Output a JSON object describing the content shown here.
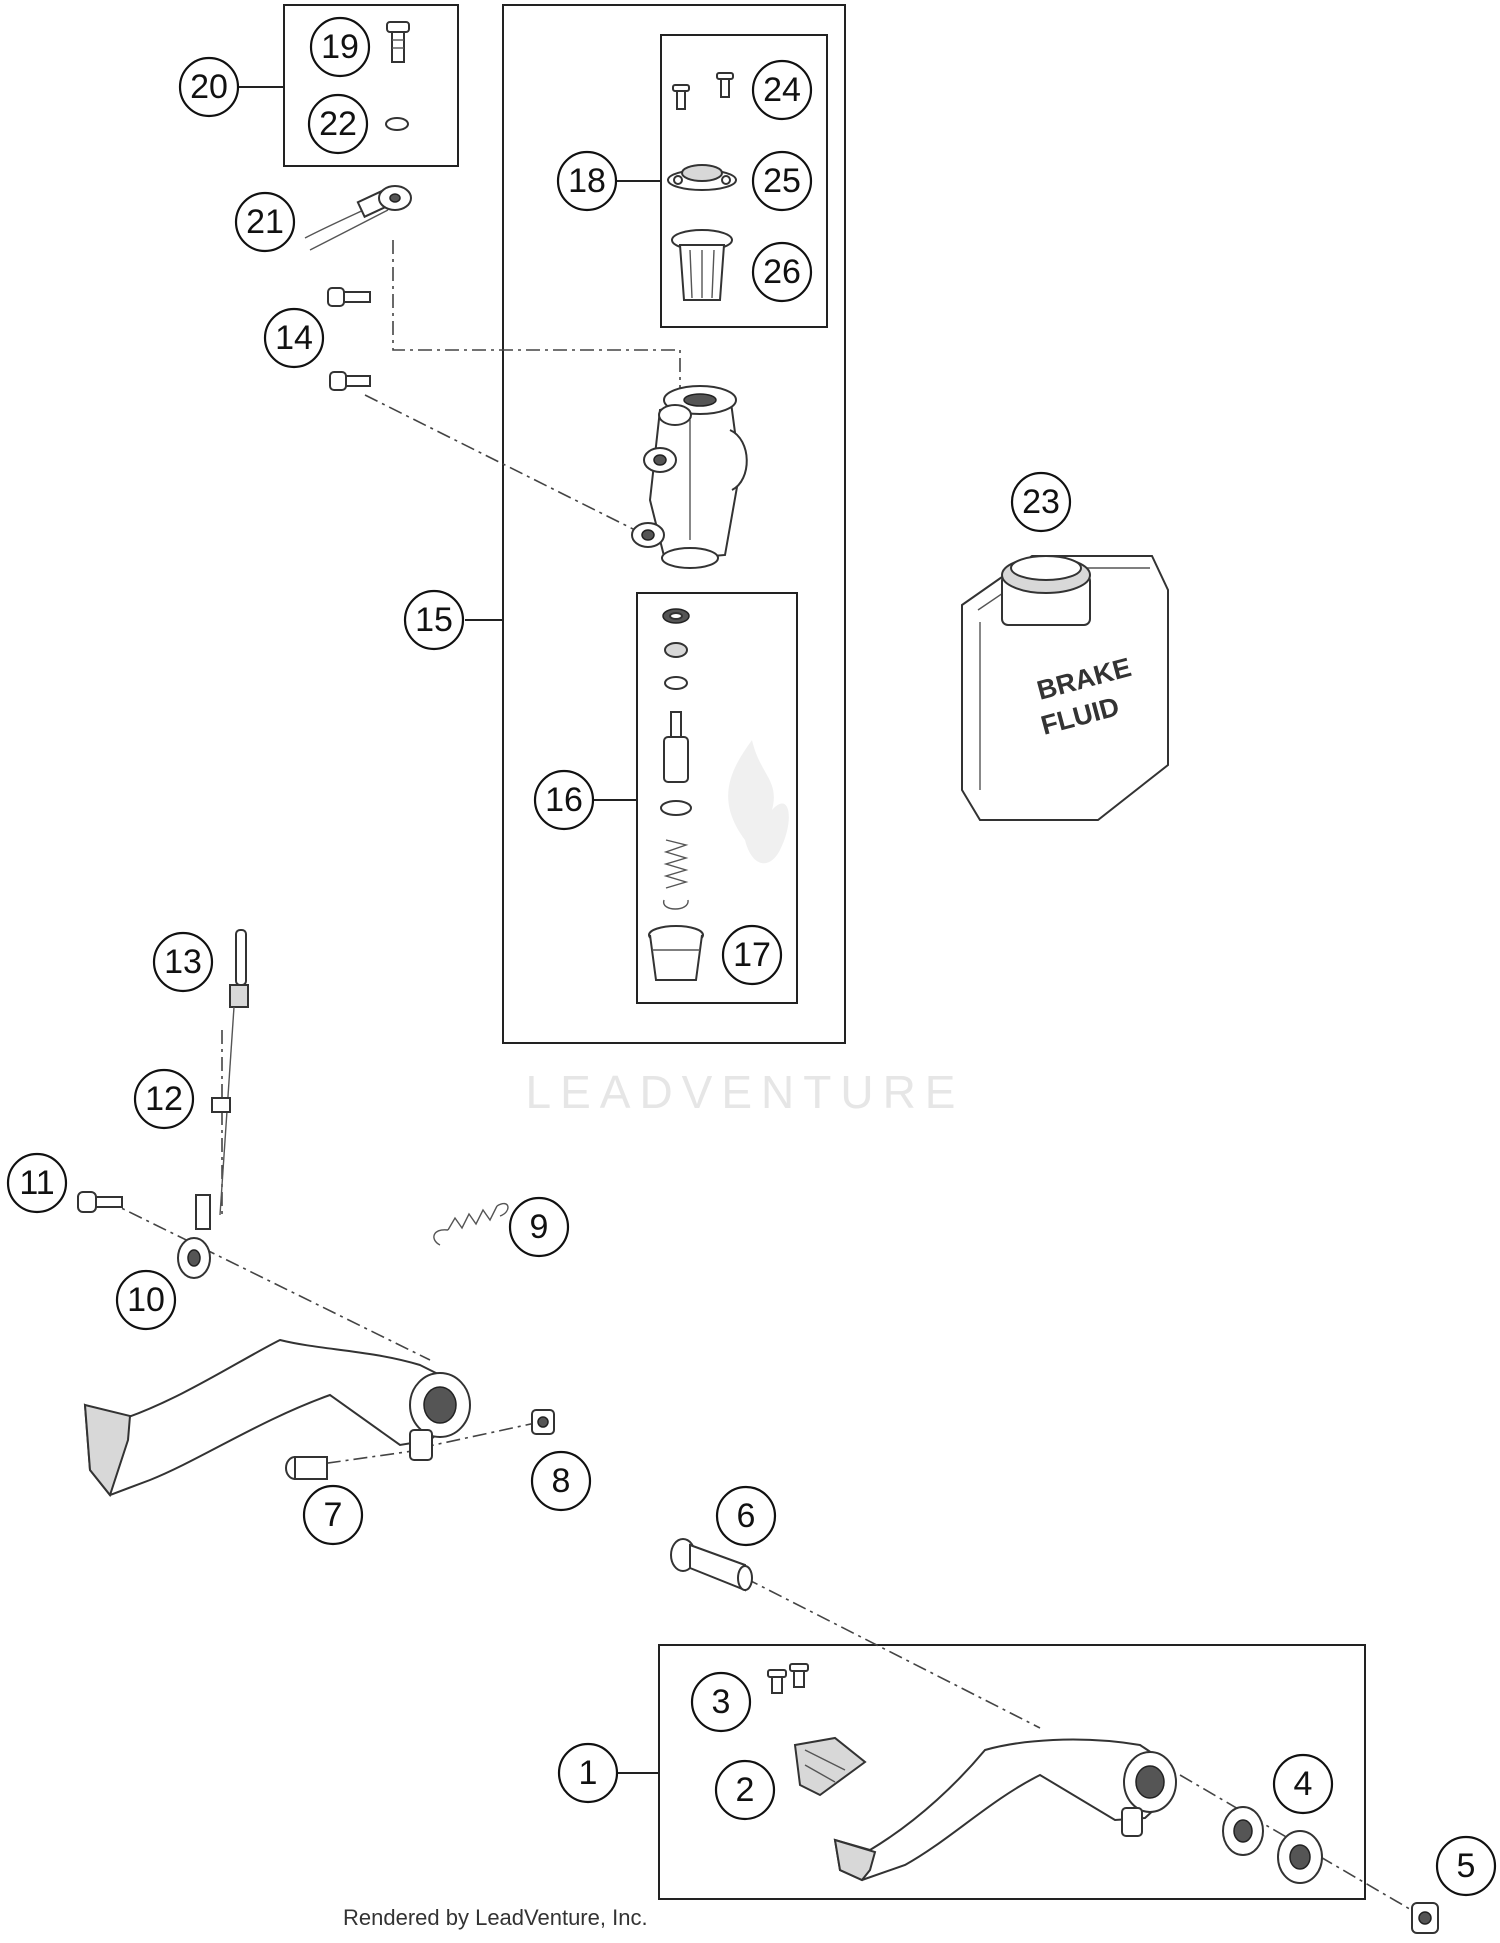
{
  "callouts": [
    {
      "id": "1",
      "label": "1"
    },
    {
      "id": "2",
      "label": "2"
    },
    {
      "id": "3",
      "label": "3"
    },
    {
      "id": "4",
      "label": "4"
    },
    {
      "id": "5",
      "label": "5"
    },
    {
      "id": "6",
      "label": "6"
    },
    {
      "id": "7",
      "label": "7"
    },
    {
      "id": "8",
      "label": "8"
    },
    {
      "id": "9",
      "label": "9"
    },
    {
      "id": "10",
      "label": "10"
    },
    {
      "id": "11",
      "label": "11"
    },
    {
      "id": "12",
      "label": "12"
    },
    {
      "id": "13",
      "label": "13"
    },
    {
      "id": "14",
      "label": "14"
    },
    {
      "id": "15",
      "label": "15"
    },
    {
      "id": "16",
      "label": "16"
    },
    {
      "id": "17",
      "label": "17"
    },
    {
      "id": "18",
      "label": "18"
    },
    {
      "id": "19",
      "label": "19"
    },
    {
      "id": "20",
      "label": "20"
    },
    {
      "id": "21",
      "label": "21"
    },
    {
      "id": "22",
      "label": "22"
    },
    {
      "id": "23",
      "label": "23"
    },
    {
      "id": "24",
      "label": "24"
    },
    {
      "id": "25",
      "label": "25"
    },
    {
      "id": "26",
      "label": "26"
    }
  ],
  "bottle_label": {
    "line1": "BRAKE",
    "line2": "FLUID"
  },
  "watermark": "LEADVENTURE",
  "credit": "Rendered by LeadVenture, Inc."
}
